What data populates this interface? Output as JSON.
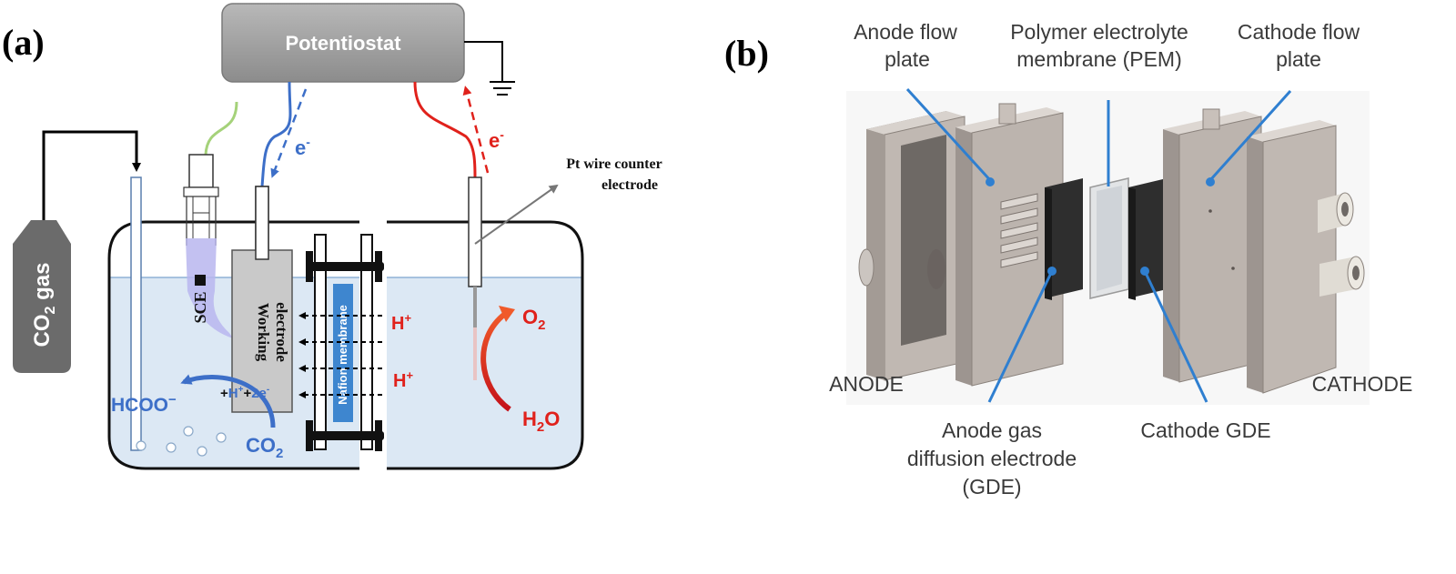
{
  "panel_a": {
    "label": "(a)",
    "potentiostat": "Potentiostat",
    "co2_gas_main": "CO",
    "co2_gas_sub": "2",
    "co2_gas_tail": " gas",
    "electron_left": "e",
    "electron_left_sup": "-",
    "electron_right": "e",
    "electron_right_sup": "-",
    "pt_wire_line1": "Pt wire counter",
    "pt_wire_line2": "electrode",
    "sce": "SCE",
    "working_line1": "Working",
    "working_line2": "electrode",
    "nafion": "Nafion membrane",
    "h_plus_1": "H",
    "h_plus_1_sup": "+",
    "h_plus_2": "H",
    "h_plus_2_sup": "+",
    "o2_main": "O",
    "o2_sub": "2",
    "h2o_main": "H",
    "h2o_sub": "2",
    "h2o_tail": "O",
    "hcoo": "HCOO",
    "hcoo_sup": "−",
    "reaction_plus1": "+",
    "reaction_h": "H",
    "reaction_h_sup": "+",
    "reaction_plus2": "+",
    "reaction_2e": "2e",
    "reaction_2e_sup": "-",
    "co2_cathode_main": "CO",
    "co2_cathode_sub": "2"
  },
  "panel_b": {
    "label": "(b)",
    "anode_flow_plate_line1": "Anode flow",
    "anode_flow_plate_line2": "plate",
    "pem_line1": "Polymer electrolyte",
    "pem_line2": "membrane (PEM)",
    "cathode_flow_plate_line1": "Cathode flow",
    "cathode_flow_plate_line2": "plate",
    "anode": "ANODE",
    "cathode": "CATHODE",
    "anode_gde_line1": "Anode gas",
    "anode_gde_line2": "diffusion electrode",
    "anode_gde_line3": "(GDE)",
    "cathode_gde": "Cathode GDE"
  },
  "colors": {
    "electrolyte": "#dce8f4",
    "blue_wire": "#3d6fc8",
    "red_wire": "#e0211b",
    "green_wire": "#a5d27a",
    "potentiostat_gray": "#9e9e9e",
    "nafion_blue": "#3e86cf",
    "callout_blue": "#2f7fd0",
    "plate_gray": "#bab2ac"
  }
}
